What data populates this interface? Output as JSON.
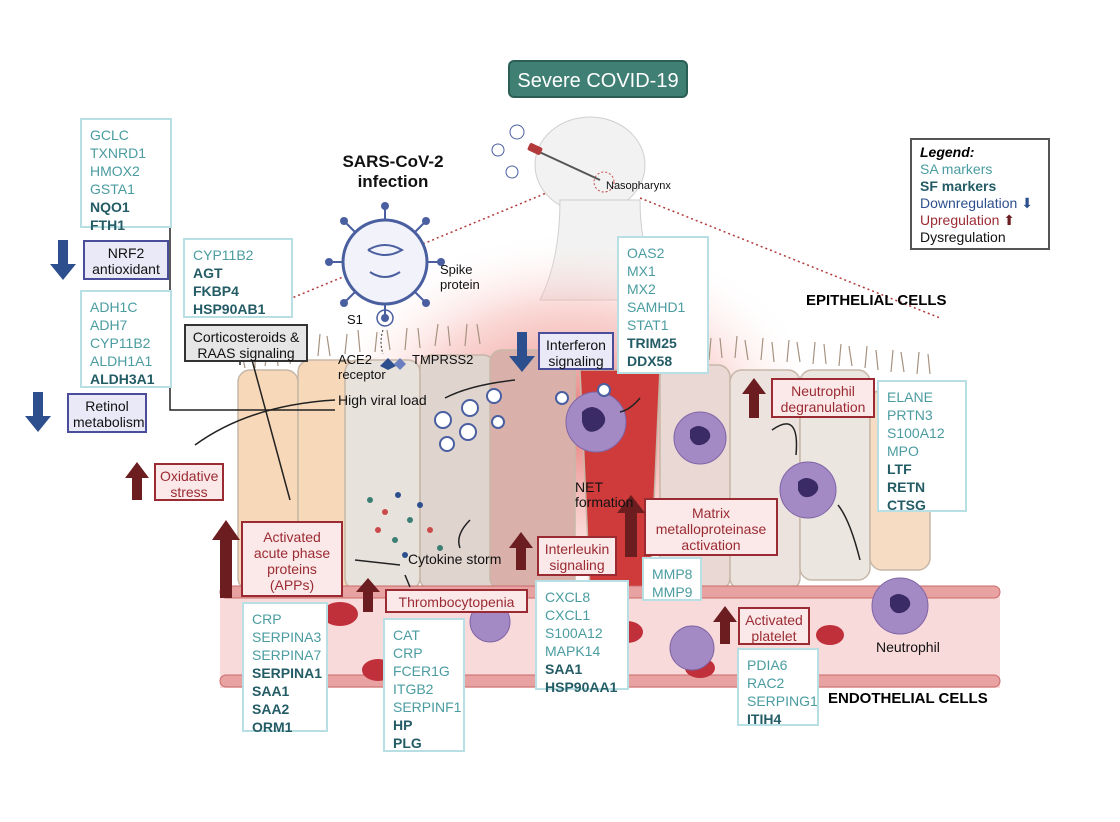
{
  "title": "Severe COVID-19",
  "infection_label": "SARS-CoV-2 infection",
  "labels": {
    "spike": "Spike protein",
    "s1": "S1",
    "ace2": "ACE2 receptor",
    "tmprss2": "TMPRSS2",
    "high_viral_load": "High viral load",
    "nasopharynx": "Nasopharynx",
    "net_formation": "NET formation",
    "cytokine_storm": "Cytokine storm",
    "neutrophil": "Neutrophil",
    "epithelial": "EPITHELIAL CELLS",
    "endothelial": "ENDOTHELIAL CELLS"
  },
  "legend": {
    "title": "Legend:",
    "sa": "SA markers",
    "sf": "SF markers",
    "down": "Downregulation",
    "up": "Upregulation",
    "dys": "Dysregulation"
  },
  "pathways": {
    "nrf2": "NRF2 antioxidant",
    "retinol": "Retinol metabolism",
    "corticosteroids": "Corticosteroids & RAAS signaling",
    "interferon": "Interferon signaling",
    "oxidative": "Oxidative stress",
    "app": "Activated acute phase proteins (APPs)",
    "thrombocytopenia": "Thrombocytopenia",
    "interleukin": "Interleukin signaling",
    "mmp_activation": "Matrix metalloproteinase activation",
    "neutrophil_degranulation": "Neutrophil degranulation",
    "activated_platelet": "Activated platelet"
  },
  "gene_boxes": {
    "nrf2": [
      {
        "name": "GCLC",
        "type": "sa"
      },
      {
        "name": "TXNRD1",
        "type": "sa"
      },
      {
        "name": "HMOX2",
        "type": "sa"
      },
      {
        "name": "GSTA1",
        "type": "sa"
      },
      {
        "name": "NQO1",
        "type": "sf"
      },
      {
        "name": "FTH1",
        "type": "sf"
      }
    ],
    "retinol": [
      {
        "name": "ADH1C",
        "type": "sa"
      },
      {
        "name": "ADH7",
        "type": "sa"
      },
      {
        "name": "CYP11B2",
        "type": "sa"
      },
      {
        "name": "ALDH1A1",
        "type": "sa"
      },
      {
        "name": "ALDH3A1",
        "type": "sf"
      }
    ],
    "corticosteroids": [
      {
        "name": "CYP11B2",
        "type": "sa"
      },
      {
        "name": "AGT",
        "type": "sf"
      },
      {
        "name": "FKBP4",
        "type": "sf"
      },
      {
        "name": "HSP90AB1",
        "type": "sf"
      }
    ],
    "interferon": [
      {
        "name": "OAS2",
        "type": "sa"
      },
      {
        "name": "MX1",
        "type": "sa"
      },
      {
        "name": "MX2",
        "type": "sa"
      },
      {
        "name": "SAMHD1",
        "type": "sa"
      },
      {
        "name": "STAT1",
        "type": "sa"
      },
      {
        "name": "TRIM25",
        "type": "sf"
      },
      {
        "name": "DDX58",
        "type": "sf"
      }
    ],
    "degranulation": [
      {
        "name": "ELANE",
        "type": "sa"
      },
      {
        "name": "PRTN3",
        "type": "sa"
      },
      {
        "name": "S100A12",
        "type": "sa"
      },
      {
        "name": "MPO",
        "type": "sa"
      },
      {
        "name": "LTF",
        "type": "sf"
      },
      {
        "name": "RETN",
        "type": "sf"
      },
      {
        "name": "CTSG",
        "type": "sf"
      }
    ],
    "app": [
      {
        "name": "CRP",
        "type": "sa"
      },
      {
        "name": "SERPINA3",
        "type": "sa"
      },
      {
        "name": "SERPINA7",
        "type": "sa"
      },
      {
        "name": "SERPINA1",
        "type": "sf"
      },
      {
        "name": "SAA1",
        "type": "sf"
      },
      {
        "name": "SAA2",
        "type": "sf"
      },
      {
        "name": "ORM1",
        "type": "sf"
      }
    ],
    "thrombocytopenia": [
      {
        "name": "CAT",
        "type": "sa"
      },
      {
        "name": "CRP",
        "type": "sa"
      },
      {
        "name": "FCER1G",
        "type": "sa"
      },
      {
        "name": "ITGB2",
        "type": "sa"
      },
      {
        "name": "SERPINF1",
        "type": "sa"
      },
      {
        "name": "HP",
        "type": "sf"
      },
      {
        "name": "PLG",
        "type": "sf"
      }
    ],
    "interleukin": [
      {
        "name": "CXCL8",
        "type": "sa"
      },
      {
        "name": "CXCL1",
        "type": "sa"
      },
      {
        "name": "S100A12",
        "type": "sa"
      },
      {
        "name": "MAPK14",
        "type": "sa"
      },
      {
        "name": "SAA1",
        "type": "sf"
      },
      {
        "name": "HSP90AA1",
        "type": "sf"
      }
    ],
    "mmp": [
      {
        "name": "MMP8",
        "type": "sa"
      },
      {
        "name": "MMP9",
        "type": "sa"
      }
    ],
    "platelet": [
      {
        "name": "PDIA6",
        "type": "sa"
      },
      {
        "name": "RAC2",
        "type": "sa"
      },
      {
        "name": "SERPING1",
        "type": "sa"
      },
      {
        "name": "ITIH4",
        "type": "sf"
      }
    ]
  },
  "colors": {
    "down_arrow": "#2d4f8e",
    "up_arrow": "#6b1d20",
    "title_bg": "#3f7f74"
  }
}
